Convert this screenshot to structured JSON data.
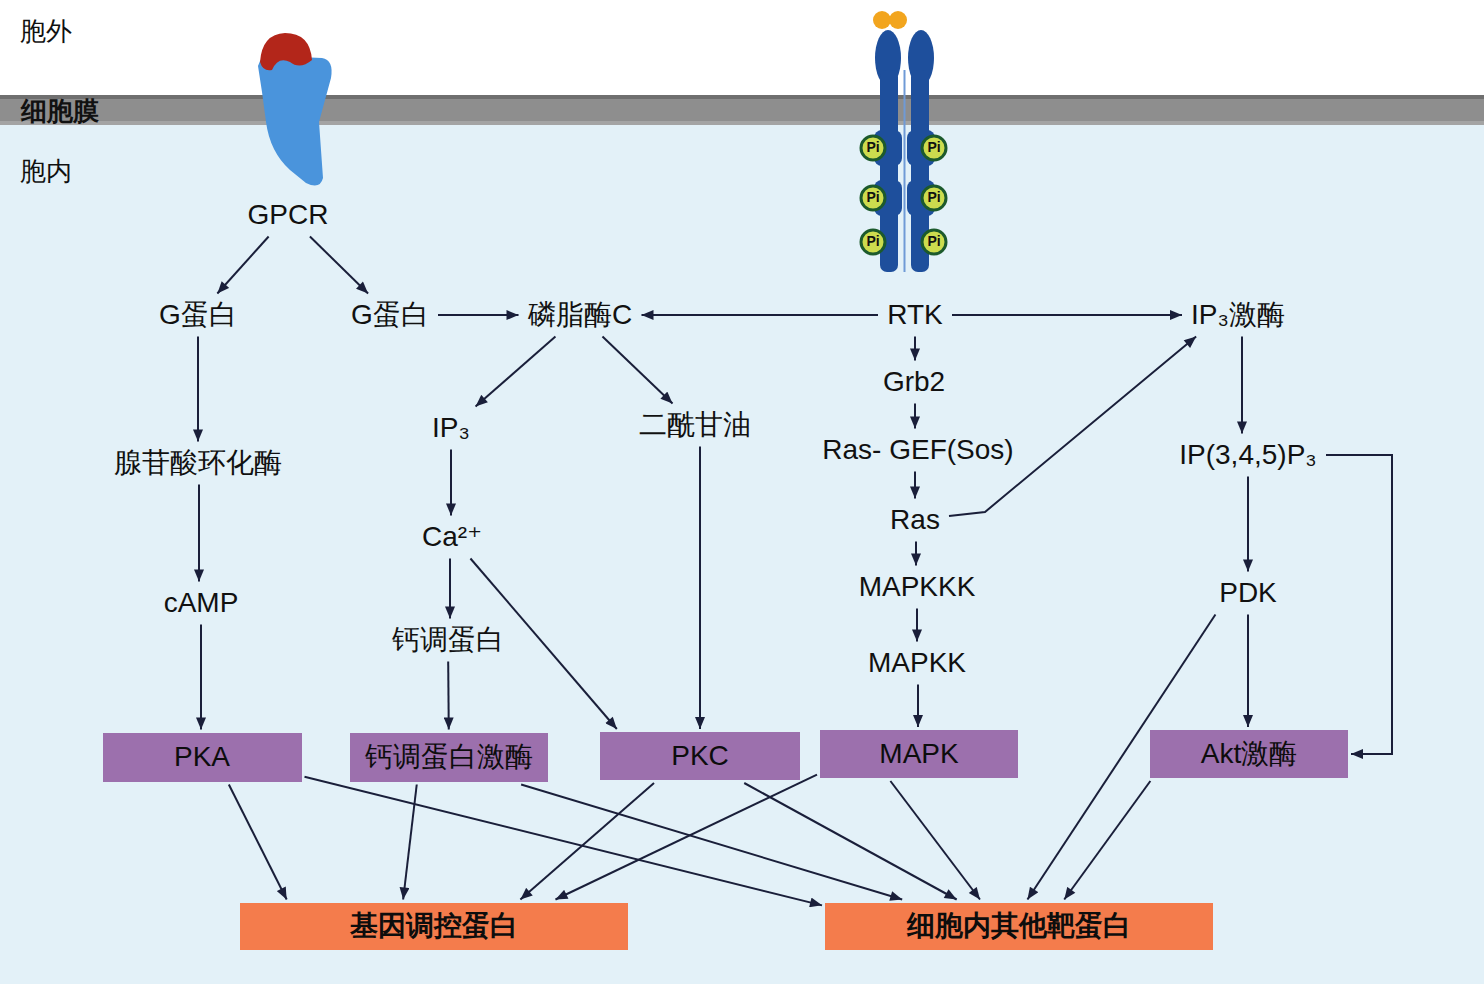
{
  "diagram": {
    "nodes": [
      {
        "text": [
          "GPCR"
        ]
      },
      {
        "text": [
          "G蛋白"
        ]
      },
      {
        "text": [
          "G蛋白"
        ]
      },
      {
        "text": [
          "磷脂酶C"
        ]
      },
      {
        "text": [
          "RTK"
        ]
      },
      {
        "text": [
          "IP₃激酶"
        ]
      },
      {
        "text": [
          "Grb2"
        ]
      },
      {
        "text": [
          "IP₃"
        ]
      },
      {
        "text": [
          "二酰甘油"
        ]
      },
      {
        "text": [
          "腺苷酸环化酶"
        ]
      },
      {
        "text": [
          "Ras- GEF(Sos)"
        ]
      },
      {
        "text": [
          "IP(3,4,5)P₃"
        ]
      },
      {
        "text": [
          "Ca²⁺"
        ]
      },
      {
        "text": [
          "Ras"
        ]
      },
      {
        "text": [
          "cAMP"
        ]
      },
      {
        "text": [
          "MAPKKK"
        ]
      },
      {
        "text": [
          "PDK"
        ]
      },
      {
        "text": [
          "钙调蛋白"
        ]
      },
      {
        "text": [
          "MAPKK"
        ]
      },
      {
        "text": [
          "PKA"
        ]
      },
      {
        "text": [
          "钙调蛋白激酶"
        ]
      },
      {
        "text": [
          "PKC"
        ]
      },
      {
        "text": [
          "MAPK"
        ]
      },
      {
        "text": [
          "Akt激酶"
        ]
      },
      {
        "text": [
          "基因调控蛋白"
        ]
      },
      {
        "text": [
          "细胞内其他靶蛋白"
        ]
      }
    ],
    "edges": [
      {
        "from": 0,
        "to": 1,
        "arrow": "to"
      },
      {
        "from": 0,
        "to": 2,
        "arrow": "to"
      },
      {
        "from": 1,
        "to": 9,
        "arrow": "to"
      },
      {
        "from": 2,
        "to": 3,
        "arrow": "to"
      },
      {
        "from": 4,
        "to": 3,
        "arrow": "to"
      },
      {
        "from": 4,
        "to": 5,
        "arrow": "to"
      },
      {
        "from": 4,
        "to": 6,
        "arrow": "to"
      },
      {
        "from": 3,
        "to": 7,
        "arrow": "to"
      },
      {
        "from": 3,
        "to": 8,
        "arrow": "to"
      },
      {
        "from": 6,
        "to": 10,
        "arrow": "to"
      },
      {
        "from": 10,
        "to": 13,
        "arrow": "to"
      },
      {
        "from": 13,
        "to": 5,
        "arrow": "to"
      },
      {
        "from": 13,
        "to": 15,
        "arrow": "to"
      },
      {
        "from": 15,
        "to": 18,
        "arrow": "to"
      },
      {
        "from": 18,
        "to": 22,
        "arrow": "to"
      },
      {
        "from": 5,
        "to": 11,
        "arrow": "to"
      },
      {
        "from": 11,
        "to": 16,
        "arrow": "to"
      },
      {
        "from": 11,
        "to": 23,
        "arrow": "to"
      },
      {
        "from": 16,
        "to": 23,
        "arrow": "to"
      },
      {
        "from": 16,
        "to": 25,
        "arrow": "to"
      },
      {
        "from": 9,
        "to": 14,
        "arrow": "to"
      },
      {
        "from": 14,
        "to": 19,
        "arrow": "to"
      },
      {
        "from": 7,
        "to": 12,
        "arrow": "to"
      },
      {
        "from": 12,
        "to": 17,
        "arrow": "to"
      },
      {
        "from": 12,
        "to": 21,
        "arrow": "to"
      },
      {
        "from": 17,
        "to": 20,
        "arrow": "to"
      },
      {
        "from": 8,
        "to": 21,
        "arrow": "to"
      },
      {
        "from": 19,
        "to": 24,
        "arrow": "to"
      },
      {
        "from": 19,
        "to": 25,
        "arrow": "to"
      },
      {
        "from": 20,
        "to": 24,
        "arrow": "to"
      },
      {
        "from": 20,
        "to": 25,
        "arrow": "to"
      },
      {
        "from": 21,
        "to": 24,
        "arrow": "to"
      },
      {
        "from": 21,
        "to": 25,
        "arrow": "to"
      },
      {
        "from": 22,
        "to": 24,
        "arrow": "to"
      },
      {
        "from": 22,
        "to": 25,
        "arrow": "to"
      },
      {
        "from": 23,
        "to": 25,
        "arrow": "to"
      }
    ],
    "labels": [
      "胞外",
      "细胞膜",
      "胞内",
      "Pi",
      "Pi",
      "Pi",
      "Pi",
      "Pi",
      "Pi"
    ]
  }
}
